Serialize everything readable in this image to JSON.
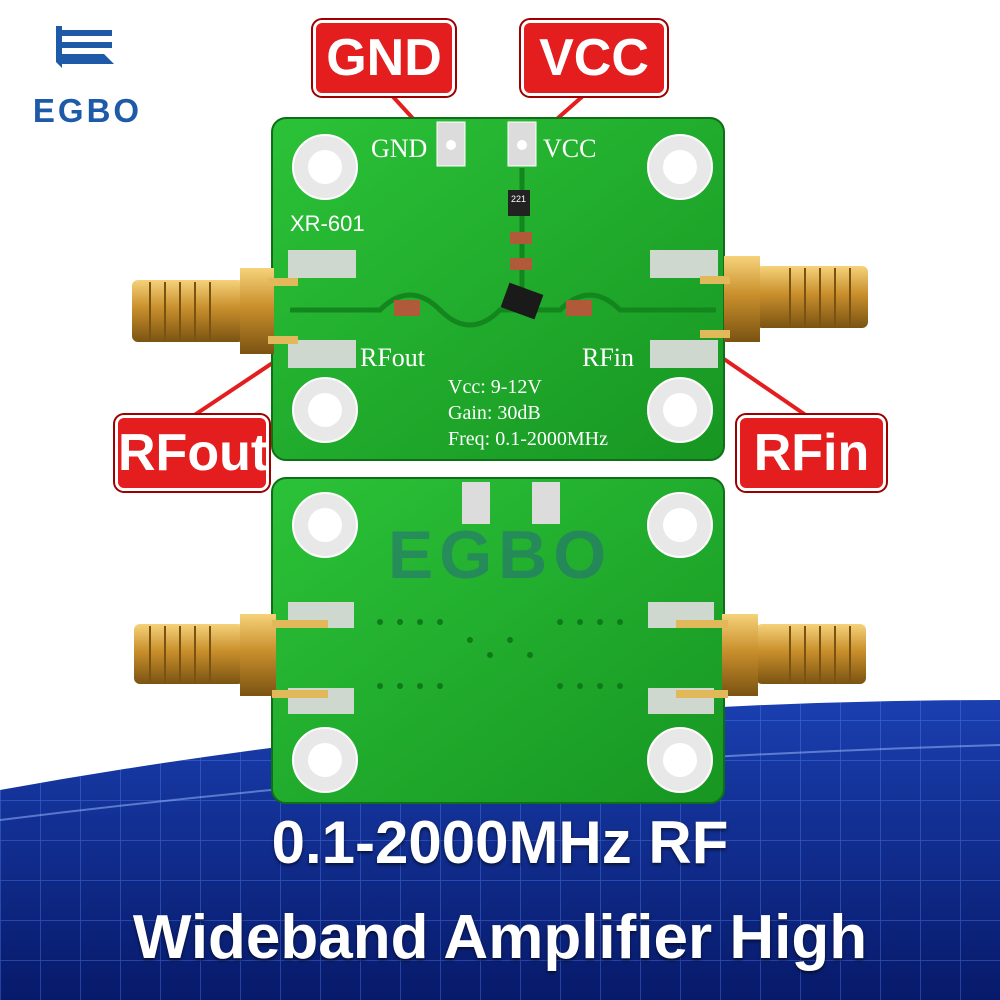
{
  "brand": {
    "name": "EGBO",
    "color": "#1e5aa8"
  },
  "callouts": {
    "gnd": "GND",
    "vcc": "VCC",
    "rfout": "RFout",
    "rfin": "RFin",
    "color": "#e41e1e"
  },
  "board": {
    "silkscreen": {
      "gnd": "GND",
      "vcc": "VCC",
      "model": "XR-601",
      "rfout": "RFout",
      "rfin": "RFin",
      "resistor_code": "221"
    },
    "specs": [
      "Vcc: 9-12V",
      "Gain: 30dB",
      "Freq: 0.1-2000MHz"
    ],
    "pcb_color": "#1faa2c"
  },
  "watermark": "EGBO",
  "headline": {
    "line1": "0.1-2000MHz RF",
    "line2": "Wideband Amplifier High"
  }
}
